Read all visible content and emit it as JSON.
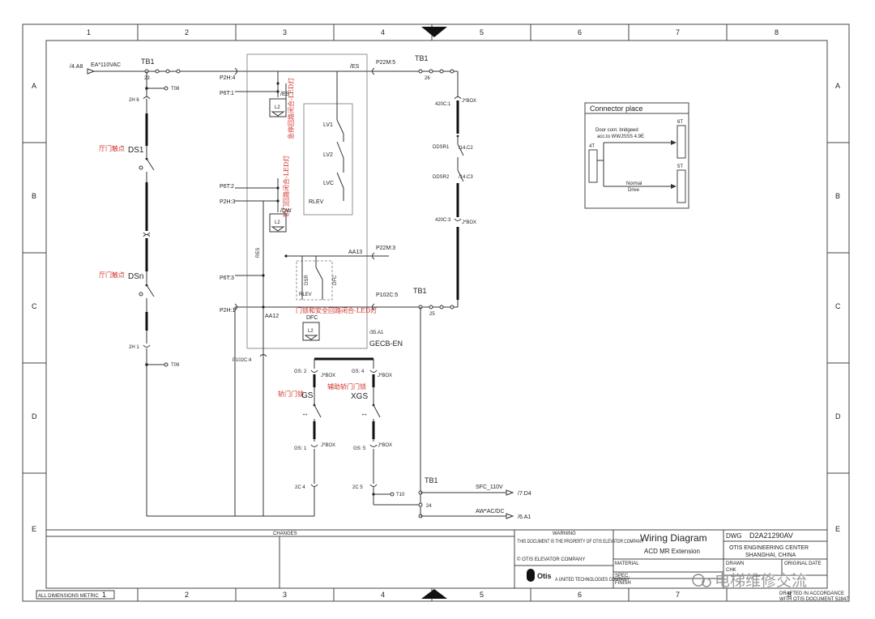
{
  "grid": {
    "columns": [
      "1",
      "2",
      "3",
      "4",
      "5",
      "6",
      "7",
      "8"
    ],
    "rows": [
      "A",
      "B",
      "C",
      "D",
      "E"
    ]
  },
  "supply": {
    "ref": "/4.A8",
    "label": "EA*110VAC"
  },
  "terminals": {
    "tb1_top_left": "TB1",
    "tb1_top_left_num": "23",
    "tb1_top_right": "TB1",
    "tb1_top_right_num": "26",
    "tb1_mid_right": "TB1",
    "tb1_mid_right_num": "25",
    "tb1_bottom": "TB1",
    "tb1_bottom_num": "24",
    "t08": "T08",
    "t09": "T09",
    "t10": "T10"
  },
  "left_chain": {
    "top_connector": "2H 6",
    "bottom_connector": "2H 1",
    "ds1_note": "厅门触点",
    "ds1": "DS1",
    "dsn_note": "厅门触点",
    "dsn": "DSn"
  },
  "gecb": {
    "name": "GECB-EN",
    "ref": "/35.A1",
    "p2h4": "P2H:4",
    "p6t1": "P6T:1",
    "es_label": "/ES",
    "es_note": "急停回路闭合-LED灯",
    "lv1": "LV1",
    "lv2": "LV2",
    "lvc": "LVC",
    "rlev_box": "RLEV",
    "p6t2": "P6T:2",
    "p2h3": "P2H:3",
    "dw_label": "/DW",
    "dw_note": "轿门回路闭合-LED灯",
    "res": "RES",
    "p6t3": "P6T:3",
    "aa13": "AA13",
    "dsr": "DSR",
    "dfc_relay": "DFC",
    "rlev_small": "RLEV",
    "dfc_note": "门锁和安全回路闭合-LED灯",
    "dfc": "DFC",
    "p2h1": "P2H:1",
    "aa12": "AA12",
    "es_right": "/ES",
    "led": "L2"
  },
  "right_chain": {
    "p22m5": "P22M:5",
    "p22m3": "P22M:3",
    "p102c5": "P102C:5",
    "c420_1": "420C:1",
    "jbox_1": "J*BOX",
    "ddsr1": "DDSR1",
    "ddsr1_ref": "/14.C2",
    "ddsr2": "DDSR2",
    "ddsr2_ref": "/14.C3",
    "c420_3": "420C:3",
    "jbox_2": "J*BOX"
  },
  "car_door": {
    "p102c4": "P102C:4",
    "gs2": "GS: 2",
    "gs2_box": "J*BOX",
    "gs_note": "轿门门锁",
    "gs": "GS",
    "gs1": "GS: 1",
    "gs1_box": "J*BOX",
    "c2c4": "2C 4",
    "gs4": "GS: 4",
    "gs4_box": "J*BOX",
    "xgs_note": "辅助轿门门锁",
    "xgs": "XGS",
    "gs5": "GS: 5",
    "gs5_box": "J*BOX",
    "c2c5": "2C 5"
  },
  "outputs": {
    "sfc": "SFC_110V",
    "sfc_ref": "/7.D4",
    "aw": "AW*AC/DC",
    "aw_ref": "/6.A1"
  },
  "connector_place": {
    "title": "Connector place",
    "text1": "Door cont. bridgeed",
    "text2": "acc.to WWJSSS 4.9E",
    "normal": "Normal",
    "drive": "Drive",
    "p4t": "4T",
    "p6t": "6T",
    "p5t": "5T"
  },
  "title_block": {
    "changes": "CHANGES",
    "warning_title": "WARNING",
    "warning_text": "THIS DOCUMENT IS THE PROPERTY OF OTIS ELEVATOR COMPANY",
    "copyright": "© OTIS ELEVATOR COMPANY",
    "company": "A UNITED TECHNOLOGIES COMPANY",
    "logo": "Otis",
    "drawing_title": "Wiring Diagram",
    "drawing_subtitle": "ACD MR Extension",
    "dwg_label": "DWG",
    "dwg_no": "D2A21290AV",
    "center1": "OTIS ENGINEERING CENTER",
    "center2": "SHANGHAI, CHINA",
    "material": "MATERIAL",
    "spec": "SPEC.",
    "finish": "FINISH",
    "drawn": "DRAWN",
    "chk": "CHK",
    "orig_date": "ORIGINAL DATE",
    "accordance1": "DRAFTED IN ACCORDANCE",
    "accordance2": "WITH OTIS DOCUMENT 52847",
    "all_dims": "ALL DIMENSIONS METRIC"
  },
  "watermark": "电梯维修交流"
}
